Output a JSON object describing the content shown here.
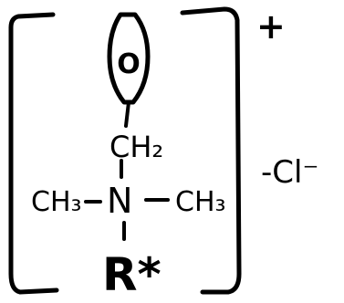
{
  "structure": {
    "ring_label": "O",
    "methylene_group": "CH₂",
    "nitrogen": "N",
    "left_methyl": "CH₃",
    "right_methyl": "CH₃",
    "r_group": "R*",
    "charge": "+",
    "counter_ion": "-Cl⁻"
  }
}
